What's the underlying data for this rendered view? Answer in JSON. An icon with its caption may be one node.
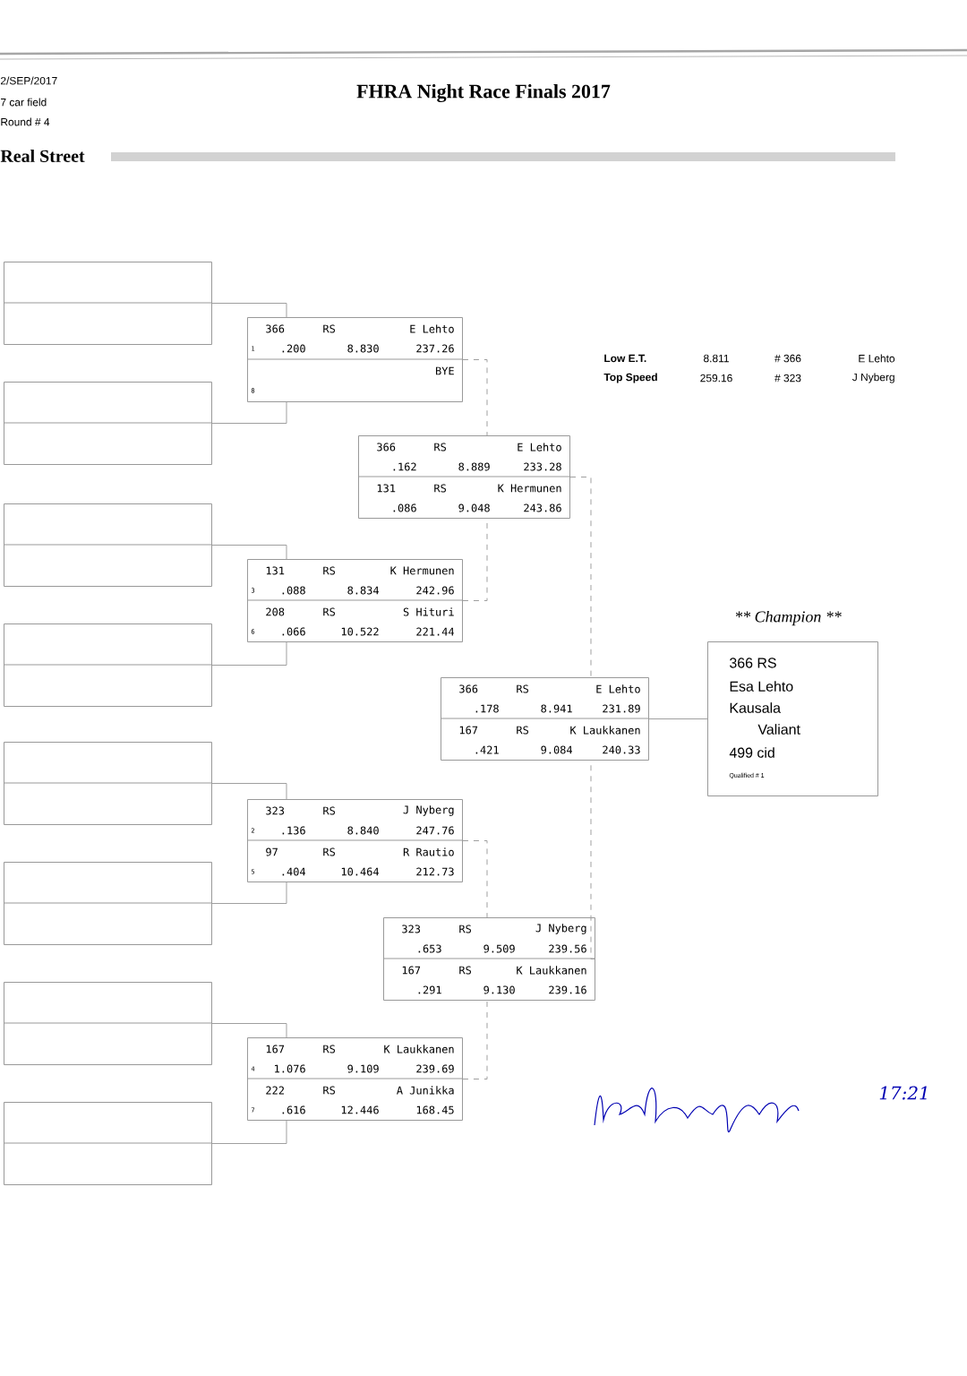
{
  "diagram": {
    "title": "FHRA Night Race Finals 2017",
    "nodes": [
      {
        "text": [],
        "shape": "box"
      },
      {
        "text": [],
        "shape": "box"
      },
      {
        "text": [],
        "shape": "box"
      },
      {
        "text": [],
        "shape": "box"
      },
      {
        "text": [],
        "shape": "box"
      },
      {
        "text": [],
        "shape": "box"
      },
      {
        "text": [],
        "shape": "box"
      },
      {
        "text": [],
        "shape": "box"
      },
      {
        "text": [
          "366",
          "RS",
          "E Lehto",
          "1",
          ".200",
          "8.830",
          "237.26",
          "BYE",
          "8"
        ]
      },
      {
        "text": [
          "131",
          "RS",
          "K Hermunen",
          "3",
          ".088",
          "8.834",
          "242.96",
          "208",
          "RS",
          "S Hituri",
          "6",
          ".066",
          "10.522",
          "221.44"
        ]
      },
      {
        "text": [
          "323",
          "RS",
          "J Nyberg",
          "2",
          ".136",
          "8.840",
          "247.76",
          "97",
          "RS",
          "R Rautio",
          "5",
          ".404",
          "10.464",
          "212.73"
        ]
      },
      {
        "text": [
          "167",
          "RS",
          "K Laukkanen",
          "4",
          "1.076",
          "9.109",
          "239.69",
          "222",
          "RS",
          "A Junikka",
          "7",
          ".616",
          "12.446",
          "168.45"
        ]
      },
      {
        "text": [
          "366",
          "RS",
          "E Lehto",
          ".162",
          "8.889",
          "233.28",
          "131",
          "RS",
          "K Hermunen",
          ".086",
          "9.048",
          "243.86"
        ]
      },
      {
        "text": [
          "323",
          "RS",
          "J Nyberg",
          ".653",
          "9.509",
          "239.56",
          "167",
          "RS",
          "K Laukkanen",
          ".291",
          "9.130",
          "239.16"
        ]
      },
      {
        "text": [
          "366",
          "RS",
          "E Lehto",
          ".178",
          "8.941",
          "231.89",
          "167",
          "RS",
          "K Laukkanen",
          ".421",
          "9.084",
          "240.33"
        ]
      },
      {
        "text": [
          "** Champion **",
          "366 RS",
          "Esa Lehto",
          "Kausala",
          "Valiant",
          "499 cid",
          "Qualified # 1"
        ]
      }
    ],
    "edges": [
      {
        "from": 0,
        "to": 8,
        "arrow": "none"
      },
      {
        "from": 1,
        "to": 8,
        "arrow": "none"
      },
      {
        "from": 2,
        "to": 9,
        "arrow": "none"
      },
      {
        "from": 3,
        "to": 9,
        "arrow": "none"
      },
      {
        "from": 4,
        "to": 10,
        "arrow": "none"
      },
      {
        "from": 5,
        "to": 10,
        "arrow": "none"
      },
      {
        "from": 6,
        "to": 11,
        "arrow": "none"
      },
      {
        "from": 7,
        "to": 11,
        "arrow": "none"
      },
      {
        "from": 8,
        "to": 12,
        "arrow": "none",
        "style": "dashed"
      },
      {
        "from": 9,
        "to": 12,
        "arrow": "none",
        "style": "dashed"
      },
      {
        "from": 10,
        "to": 13,
        "arrow": "none",
        "style": "dashed"
      },
      {
        "from": 11,
        "to": 13,
        "arrow": "none",
        "style": "dashed"
      },
      {
        "from": 12,
        "to": 14,
        "arrow": "none",
        "style": "dashed"
      },
      {
        "from": 13,
        "to": 14,
        "arrow": "none",
        "style": "dashed"
      },
      {
        "from": 14,
        "to": 15,
        "arrow": "none"
      }
    ],
    "labels": [
      "2/SEP/2017",
      "7 car field",
      "Round # 4",
      "Real Street",
      "Low E.T.",
      "8.811",
      "# 366",
      "E Lehto",
      "Top Speed",
      "259.16",
      "# 323",
      "J Nyberg",
      "17:21"
    ]
  }
}
